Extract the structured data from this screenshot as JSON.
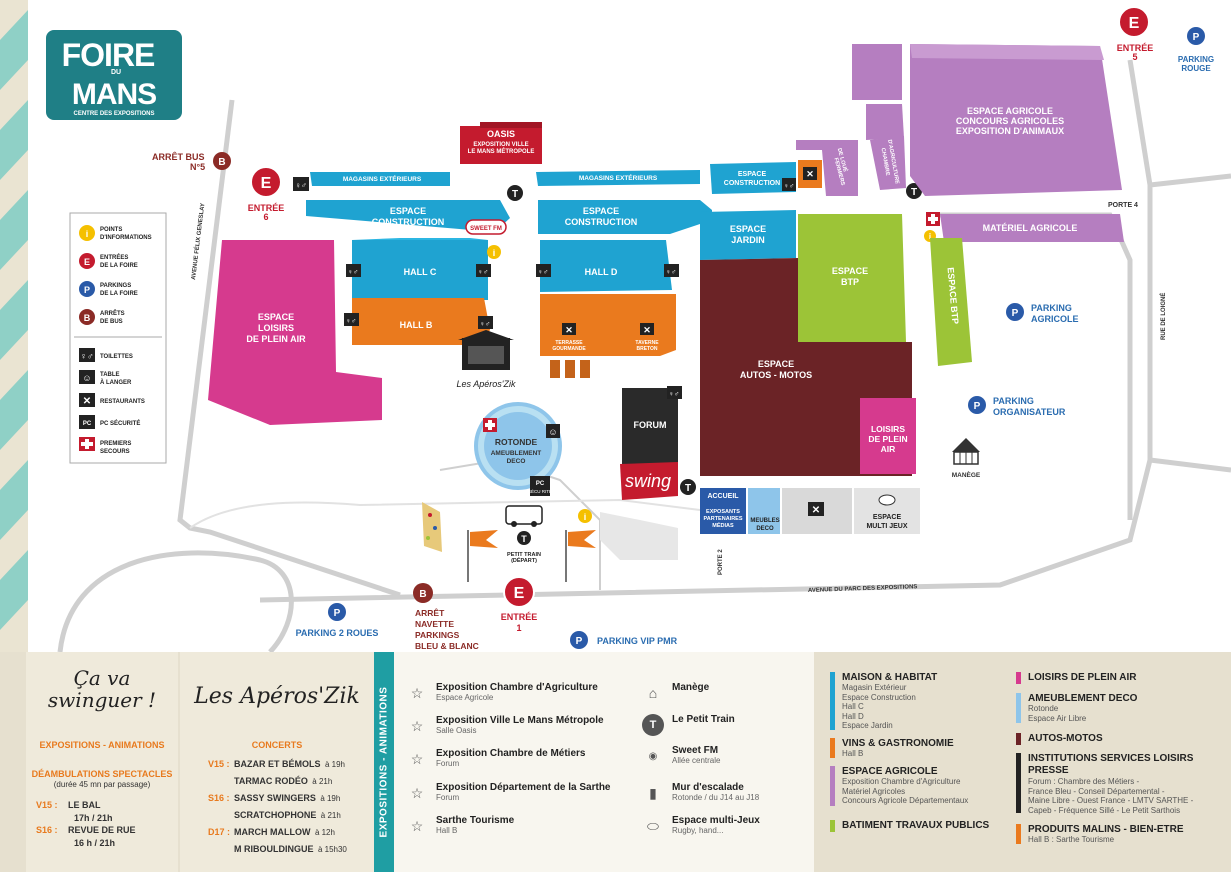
{
  "logo": {
    "line1": "FOIRE",
    "du": "DU",
    "line2": "MANS",
    "sub": "CENTRE DES EXPOSITIONS"
  },
  "colors": {
    "teal": "#1f7f86",
    "pink": "#d63a8e",
    "blue": "#1fa3d1",
    "orange": "#ea7a1e",
    "red": "#c41b2e",
    "purple": "#b57ec0",
    "green": "#9cc437",
    "brown": "#6b2326",
    "navy": "#2a5aa8"
  },
  "map": {
    "halls": {
      "oasis": [
        "OASIS",
        "EXPOSITION VILLE",
        "LE MANS MÉTROPOLE"
      ],
      "magasins_left": "MAGASINS EXTÉRIEURS",
      "magasins_right": "MAGASINS EXTÉRIEURS",
      "espace_construction_small": [
        "ESPACE",
        "CONSTRUCTION"
      ],
      "espace_construction_left": [
        "ESPACE",
        "CONSTRUCTION"
      ],
      "espace_construction_right": [
        "ESPACE",
        "CONSTRUCTION"
      ],
      "hall_c": "HALL C",
      "hall_b": "HALL B",
      "hall_d": "HALL D",
      "terrasse": [
        "TERRASSE",
        "GOURMANDE"
      ],
      "tavern": [
        "TAVERNE",
        "BRETON"
      ],
      "espace_loisirs": [
        "ESPACE",
        "LOISIRS",
        "DE PLEIN AIR"
      ],
      "espace_jardin": [
        "ESPACE",
        "JARDIN"
      ],
      "espace_btp": [
        "ESPACE",
        "BTP"
      ],
      "espace_btp_vertical": "ESPACE BTP",
      "autos_motos": [
        "ESPACE",
        "AUTOS - MOTOS"
      ],
      "loisirs_plein_air": [
        "LOISIRS",
        "DE PLEIN",
        "AIR"
      ],
      "forum": "FORUM",
      "swing": "swing",
      "rotonde": [
        "ROTONDE",
        "AMEUBLEMENT",
        "DECO"
      ],
      "accueil": "ACCUEIL",
      "exposants": [
        "EXPOSANTS",
        "PARTENAIRES",
        "MÉDIAS"
      ],
      "meubles": [
        "MEUBLES",
        "DECO"
      ],
      "multi_jeux": [
        "ESPACE",
        "MULTI JEUX"
      ],
      "agricole": [
        "ESPACE AGRICOLE",
        "CONCOURS AGRICOLES",
        "EXPOSITION D'ANIMAUX"
      ],
      "materiel_agricole": "MATÉRIEL AGRICOLE",
      "fermiers": [
        "FERMIERS",
        "DE LOUÉ"
      ],
      "chambre_agri": [
        "CHAMBRE",
        "D'AGRICULTURE"
      ],
      "manege": "MANÈGE",
      "aperos_zik": "Les Apéros'Zik",
      "petit_train": [
        "PETIT TRAIN",
        "(DÉPART)"
      ],
      "sweet_fm": "SWEET FM",
      "pc": "PC SÉCU RITÉ"
    },
    "entrees": {
      "e6": [
        "ENTRÉE",
        "6"
      ],
      "e5": [
        "ENTRÉE",
        "5"
      ],
      "e1": [
        "ENTRÉE",
        "1"
      ]
    },
    "parkings": {
      "rouge": [
        "PARKING",
        "ROUGE"
      ],
      "agricole": [
        "PARKING",
        "AGRICOLE"
      ],
      "organisateur": [
        "PARKING",
        "ORGANISATEUR"
      ],
      "deux_roues": "PARKING 2 ROUES",
      "vip": "PARKING VIP PMR"
    },
    "bus": {
      "arret_n5": [
        "ARRÊT BUS",
        "N°5"
      ],
      "navette": [
        "ARRÊT",
        "NAVETTE",
        "PARKINGS",
        "BLEU & BLANC"
      ]
    },
    "roads": {
      "felix": "AVENUE FÉLIX GENESLAY",
      "parc": "AVENUE DU PARC DES EXPOSITIONS",
      "loigne": "RUE DE LOIGNÉ",
      "porte4": "PORTE 4",
      "porte2": "PORTE 2"
    },
    "letters": {
      "E": "E",
      "P": "P",
      "B": "B",
      "i": "i",
      "T": "T"
    }
  },
  "map_legend": [
    {
      "icon": "info-icon",
      "label": [
        "POINTS",
        "D'INFORMATIONS"
      ]
    },
    {
      "icon": "entry-icon",
      "label": [
        "ENTRÉES",
        "DE LA FOIRE"
      ]
    },
    {
      "icon": "parking-icon",
      "label": [
        "PARKINGS",
        "DE LA FOIRE"
      ]
    },
    {
      "icon": "bus-icon",
      "label": [
        "ARRÊTS",
        "DE BUS"
      ]
    },
    {
      "icon": "toilets-icon",
      "label": [
        "TOILETTES"
      ]
    },
    {
      "icon": "baby-change-icon",
      "label": [
        "TABLE",
        "À LANGER"
      ]
    },
    {
      "icon": "restaurant-icon",
      "label": [
        "RESTAURANTS"
      ]
    },
    {
      "icon": "security-icon",
      "label": [
        "PC SÉCURITÉ"
      ]
    },
    {
      "icon": "first-aid-icon",
      "label": [
        "PREMIERS",
        "SECOURS"
      ]
    }
  ],
  "swing_panel": {
    "title1": "Ça va",
    "title2": "swinguer !",
    "subtitle": "EXPOSITIONS - ANIMATIONS",
    "deamb": "DÉAMBULATIONS SPECTACLES",
    "duree": "(durée 45 mn par passage)",
    "rows": [
      {
        "day": "V15 :",
        "name": "LE BAL",
        "time": "17h / 21h"
      },
      {
        "day": "S16 :",
        "name": "REVUE DE RUE",
        "time": "16 h / 21h"
      }
    ]
  },
  "aperos_panel": {
    "title": "Les Apéros'Zik",
    "subtitle": "CONCERTS",
    "rows": [
      {
        "day": "V15 :",
        "name": "BAZAR ET BÉMOLS",
        "at": "à 19h"
      },
      {
        "day": "",
        "name": "TARMAC RODÉO",
        "at": "à 21h"
      },
      {
        "day": "S16 :",
        "name": "SASSY SWINGERS",
        "at": "à 19h"
      },
      {
        "day": "",
        "name": "SCRATCHOPHONE",
        "at": "à 21h"
      },
      {
        "day": "D17 :",
        "name": "MARCH MALLOW",
        "at": "à 12h"
      },
      {
        "day": "",
        "name": "M RIBOULDINGUE",
        "at": "à 15h30"
      }
    ]
  },
  "expo_panel": {
    "vertical": "EXPOSITIONS - ANIMATIONS",
    "left": [
      {
        "icon": "star-icon",
        "title": "Exposition Chambre d'Agriculture",
        "sub": "Espace Agricole"
      },
      {
        "icon": "star-icon",
        "title": "Exposition Ville Le Mans Métropole",
        "sub": "Salle Oasis"
      },
      {
        "icon": "star-icon",
        "title": "Exposition Chambre de Métiers",
        "sub": "Forum"
      },
      {
        "icon": "star-icon",
        "title": "Exposition Département de la Sarthe",
        "sub": "Forum"
      },
      {
        "icon": "star-icon",
        "title": "Sarthe Tourisme",
        "sub": "Hall B"
      }
    ],
    "right": [
      {
        "icon": "carousel-icon",
        "title": "Manège",
        "sub": ""
      },
      {
        "icon": "train-icon",
        "title": "Le Petit Train",
        "sub": ""
      },
      {
        "icon": "radio-icon",
        "title": "Sweet FM",
        "sub": "Allée centrale"
      },
      {
        "icon": "climbing-icon",
        "title": "Mur d'escalade",
        "sub": "Rotonde / du J14 au J18"
      },
      {
        "icon": "rugby-ball-icon",
        "title": "Espace multi-Jeux",
        "sub": "Rugby, hand..."
      }
    ]
  },
  "categories": {
    "left": [
      {
        "color": "#1fa3d1",
        "title": "MAISON & HABITAT",
        "items": [
          "Magasin Extérieur",
          "Espace Construction",
          "Hall C",
          "Hall D",
          "Espace Jardin"
        ]
      },
      {
        "color": "#ea7a1e",
        "title": "VINS & GASTRONOMIE",
        "items": [
          "Hall B"
        ]
      },
      {
        "color": "#b57ec0",
        "title": "ESPACE AGRICOLE",
        "items": [
          "Exposition Chambre d'Agriculture",
          "Matériel Agricoles",
          "Concours Agricole Départementaux"
        ]
      },
      {
        "color": "#9cc437",
        "title": "BATIMENT TRAVAUX PUBLICS",
        "items": []
      }
    ],
    "right": [
      {
        "color": "#d63a8e",
        "title": "LOISIRS DE PLEIN AIR",
        "items": []
      },
      {
        "color": "#8ec5ea",
        "title": "AMEUBLEMENT DECO",
        "items": [
          "Rotonde",
          "Espace Air Libre"
        ]
      },
      {
        "color": "#6b2326",
        "title": "AUTOS-MOTOS",
        "items": []
      },
      {
        "color": "#222222",
        "title": "INSTITUTIONS SERVICES LOISIRS PRESSE",
        "items": [
          "Forum : Chambre des Métiers -",
          "France Bleu - Conseil Départemental -",
          "Maine Libre - Ouest France - LMTV SARTHE -",
          "Capeb - Fréquence Sillé - Le Petit Sarthois"
        ]
      },
      {
        "color": "#ea7a1e",
        "title": "PRODUITS MALINS - BIEN-ETRE",
        "items": [
          "Hall B : Sarthe Tourisme"
        ]
      }
    ]
  }
}
